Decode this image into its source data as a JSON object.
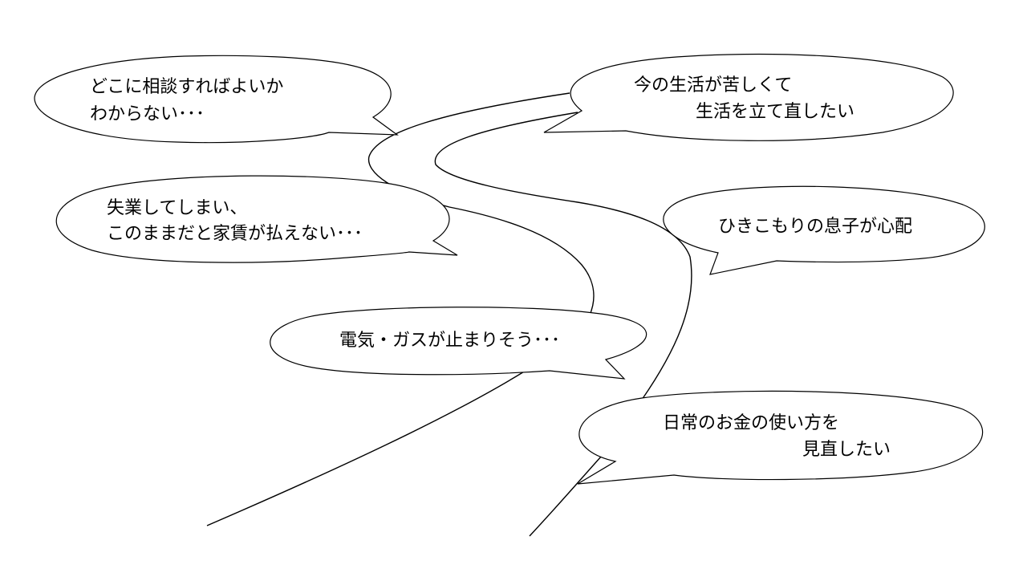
{
  "colors": {
    "stroke": "#000000",
    "fill": "#ffffff",
    "text": "#000000"
  },
  "bubbles": [
    {
      "id": "where-to-consult",
      "lines": [
        "どこに相談すればよいか",
        "わからない･･･"
      ]
    },
    {
      "id": "living-hard",
      "lines": [
        "今の生活が苦しくて",
        "生活を立て直したい"
      ]
    },
    {
      "id": "lost-job",
      "lines": [
        "失業してしまい、",
        "このままだと家賃が払えない･･･"
      ]
    },
    {
      "id": "hikikomori-son",
      "lines": [
        "ひきこもりの息子が心配"
      ]
    },
    {
      "id": "utilities-stop",
      "lines": [
        "電気・ガスが止まりそう･･･"
      ]
    },
    {
      "id": "money-usage",
      "lines": [
        "日常のお金の使い方を",
        "見直したい"
      ]
    }
  ]
}
